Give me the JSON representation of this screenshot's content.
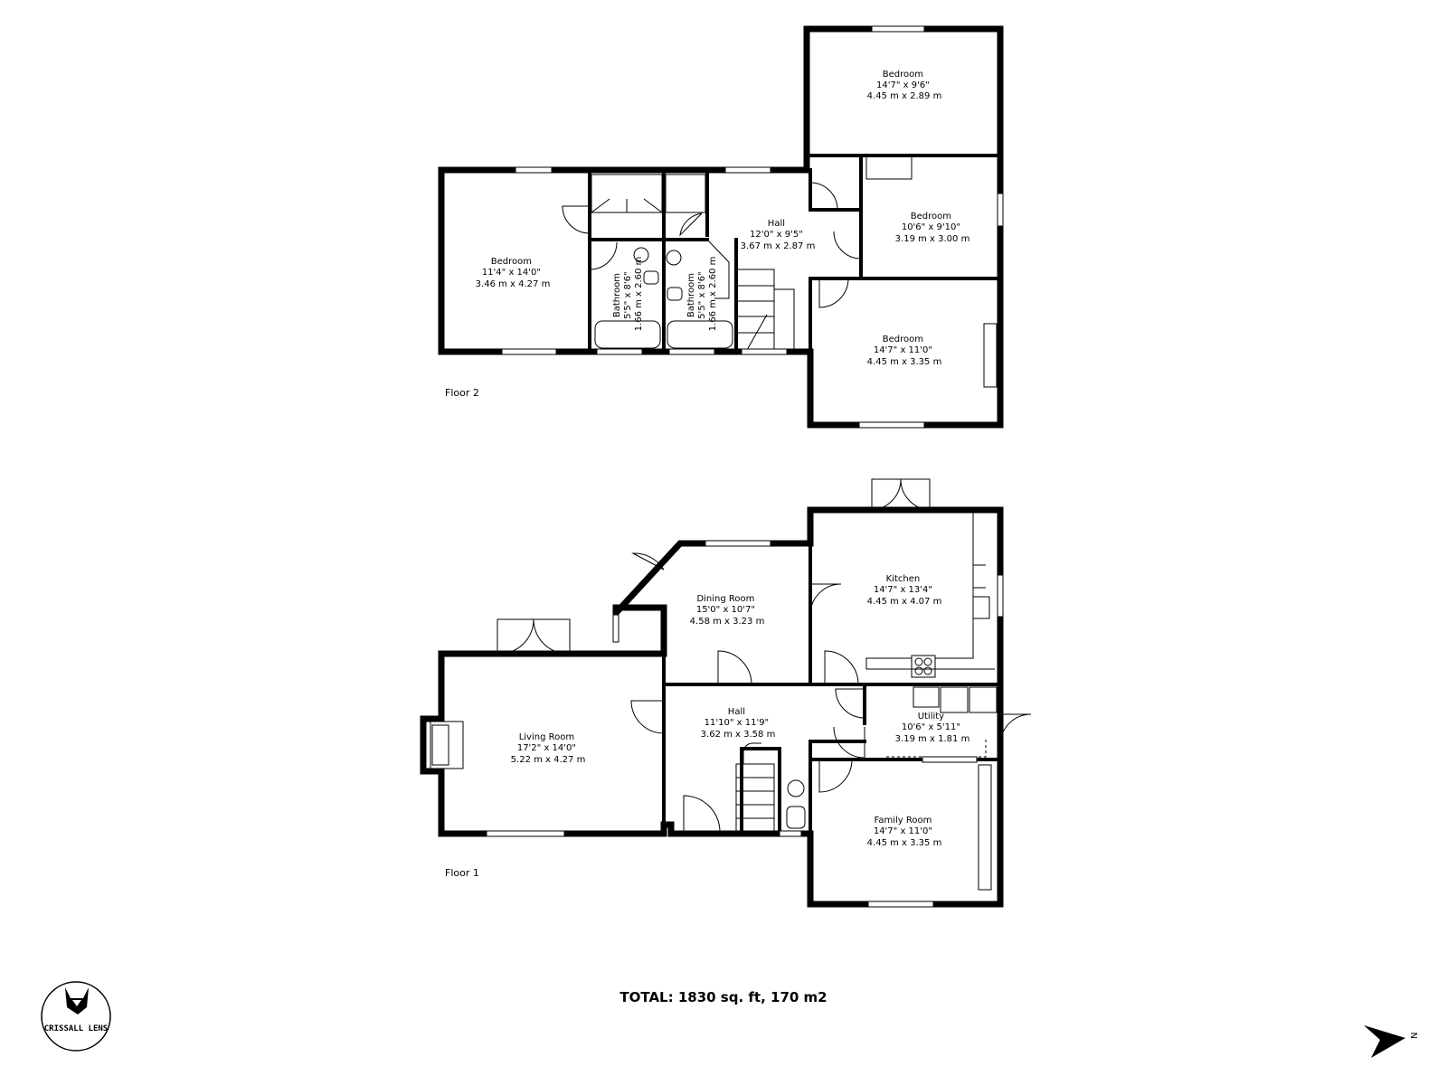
{
  "floors": [
    {
      "label": "Floor 2",
      "rooms": [
        {
          "name": "Bedroom",
          "imperial": "14'7\" x 9'6\"",
          "metric": "4.45 m x 2.89 m"
        },
        {
          "name": "Hall",
          "imperial": "12'0\" x 9'5\"",
          "metric": "3.67 m x 2.87 m"
        },
        {
          "name": "Bedroom",
          "imperial": "10'6\" x 9'10\"",
          "metric": "3.19 m x 3.00 m"
        },
        {
          "name": "Bedroom",
          "imperial": "11'4\" x 14'0\"",
          "metric": "3.46 m x 4.27 m"
        },
        {
          "name": "Bathroom",
          "imperial": "5'5\" x 8'6\"",
          "metric": "1.66 m x 2.60 m"
        },
        {
          "name": "Bathroom",
          "imperial": "5'5\" x 8'6\"",
          "metric": "1.66 m x 2.60 m"
        },
        {
          "name": "Bedroom",
          "imperial": "14'7\" x 11'0\"",
          "metric": "4.45 m x 3.35 m"
        }
      ]
    },
    {
      "label": "Floor 1",
      "rooms": [
        {
          "name": "Kitchen",
          "imperial": "14'7\" x 13'4\"",
          "metric": "4.45 m x 4.07 m"
        },
        {
          "name": "Dining Room",
          "imperial": "15'0\" x 10'7\"",
          "metric": "4.58 m x 3.23 m"
        },
        {
          "name": "Living Room",
          "imperial": "17'2\" x 14'0\"",
          "metric": "5.22 m x 4.27 m"
        },
        {
          "name": "Hall",
          "imperial": "11'10\" x 11'9\"",
          "metric": "3.62 m x 3.58 m"
        },
        {
          "name": "Utility",
          "imperial": "10'6\" x 5'11\"",
          "metric": "3.19 m x 1.81 m"
        },
        {
          "name": "Family Room",
          "imperial": "14'7\" x 11'0\"",
          "metric": "4.45 m x 3.35 m"
        }
      ]
    }
  ],
  "total": "TOTAL: 1830 sq. ft, 170 m2",
  "logo": {
    "text": "CRISSALL LENS",
    "icon": "fox-icon"
  },
  "compass": {
    "label": "N",
    "icon": "north-arrow-icon"
  }
}
